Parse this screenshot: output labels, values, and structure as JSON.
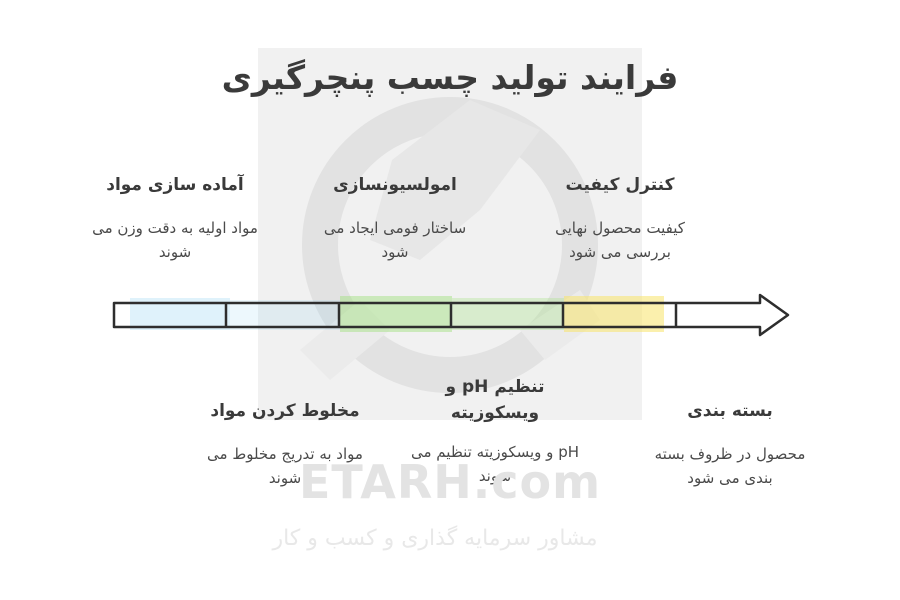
{
  "title": "فرایند تولید چسب پنچرگیری",
  "steps_top": [
    {
      "title": "آماده سازی مواد",
      "desc": "مواد اولیه به دقت وزن می شوند"
    },
    {
      "title": "امولسیونسازی",
      "desc": "ساختار فومی ایجاد می شود"
    },
    {
      "title": "کنترل کیفیت",
      "desc": "کیفیت محصول نهایی بررسی می شود"
    }
  ],
  "steps_bottom": [
    {
      "title": "مخلوط کردن مواد",
      "desc": "مواد به تدریج مخلوط می شوند"
    },
    {
      "title": "تنظیم pH و ویسکوزیته",
      "desc": "pH و ویسکوزیته تنظیم می شوند"
    },
    {
      "title": "بسته بندی",
      "desc": "محصول در ظروف بسته بندی می شود"
    }
  ],
  "watermark": {
    "domain": "ETARH.com",
    "tagline": "مشاور سرمایه گذاری و کسب و کار"
  },
  "colors": {
    "outline": "#2e2e2e",
    "segment_blue": "#6cc3ec",
    "segment_green": "#9ee07a",
    "segment_yellow": "#f7e36a"
  }
}
